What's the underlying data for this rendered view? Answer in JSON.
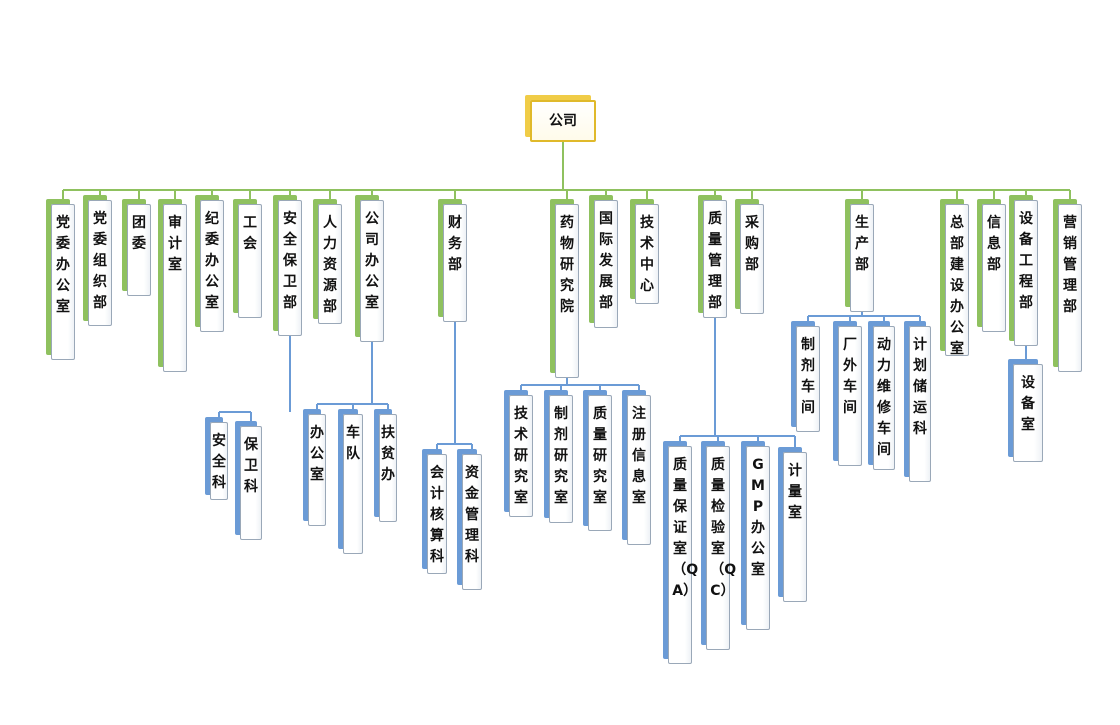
{
  "root": {
    "label": "公司"
  },
  "departments": [
    {
      "id": "d1",
      "label": "党委办公室"
    },
    {
      "id": "d2",
      "label": "党委组织部"
    },
    {
      "id": "d3",
      "label": "团委"
    },
    {
      "id": "d4",
      "label": "审计室"
    },
    {
      "id": "d5",
      "label": "纪委办公室"
    },
    {
      "id": "d6",
      "label": "工会"
    },
    {
      "id": "d7",
      "label": "安全保卫部",
      "children": [
        {
          "id": "c71",
          "label": "安全科"
        },
        {
          "id": "c72",
          "label": "保卫科"
        }
      ]
    },
    {
      "id": "d8",
      "label": "人力资源部"
    },
    {
      "id": "d9",
      "label": "公司办公室",
      "children": [
        {
          "id": "c91",
          "label": "办公室"
        },
        {
          "id": "c92",
          "label": "车队"
        },
        {
          "id": "c93",
          "label": "扶贫办"
        }
      ]
    },
    {
      "id": "d10",
      "label": "财务部",
      "children": [
        {
          "id": "c101",
          "label": "会计核算科"
        },
        {
          "id": "c102",
          "label": "资金管理科"
        }
      ]
    },
    {
      "id": "d11",
      "label": "药物研究院",
      "children": [
        {
          "id": "c111",
          "label": "技术研究室"
        },
        {
          "id": "c112",
          "label": "制剂研究室"
        },
        {
          "id": "c113",
          "label": "质量研究室"
        },
        {
          "id": "c114",
          "label": "注册信息室"
        }
      ]
    },
    {
      "id": "d12",
      "label": "国际发展部"
    },
    {
      "id": "d13",
      "label": "技术中心"
    },
    {
      "id": "d14",
      "label": "质量管理部",
      "children": [
        {
          "id": "c141",
          "label": "质量保证室（QA）"
        },
        {
          "id": "c142",
          "label": "质量检验室（QC）"
        },
        {
          "id": "c143",
          "label": "GMP办公室"
        },
        {
          "id": "c144",
          "label": "计量室"
        }
      ]
    },
    {
      "id": "d15",
      "label": "采购部"
    },
    {
      "id": "d16",
      "label": "生产部",
      "children": [
        {
          "id": "c161",
          "label": "制剂车间"
        },
        {
          "id": "c162",
          "label": "厂外车间"
        },
        {
          "id": "c163",
          "label": "动力维修车间"
        },
        {
          "id": "c164",
          "label": "计划储运科"
        }
      ]
    },
    {
      "id": "d17",
      "label": "总部建设办公室"
    },
    {
      "id": "d18",
      "label": "信息部"
    },
    {
      "id": "d19",
      "label": "设备工程部",
      "children": [
        {
          "id": "c191",
          "label": "设备室"
        }
      ]
    },
    {
      "id": "d20",
      "label": "营销管理部"
    }
  ],
  "colors": {
    "root_accent": "#f0cc47",
    "root_border": "#e0b92a",
    "level1_accent": "#8fc15f",
    "level2_accent": "#6b9bd6",
    "level1_connector": "#8fc15f",
    "level2_connector": "#6b9bd6"
  }
}
